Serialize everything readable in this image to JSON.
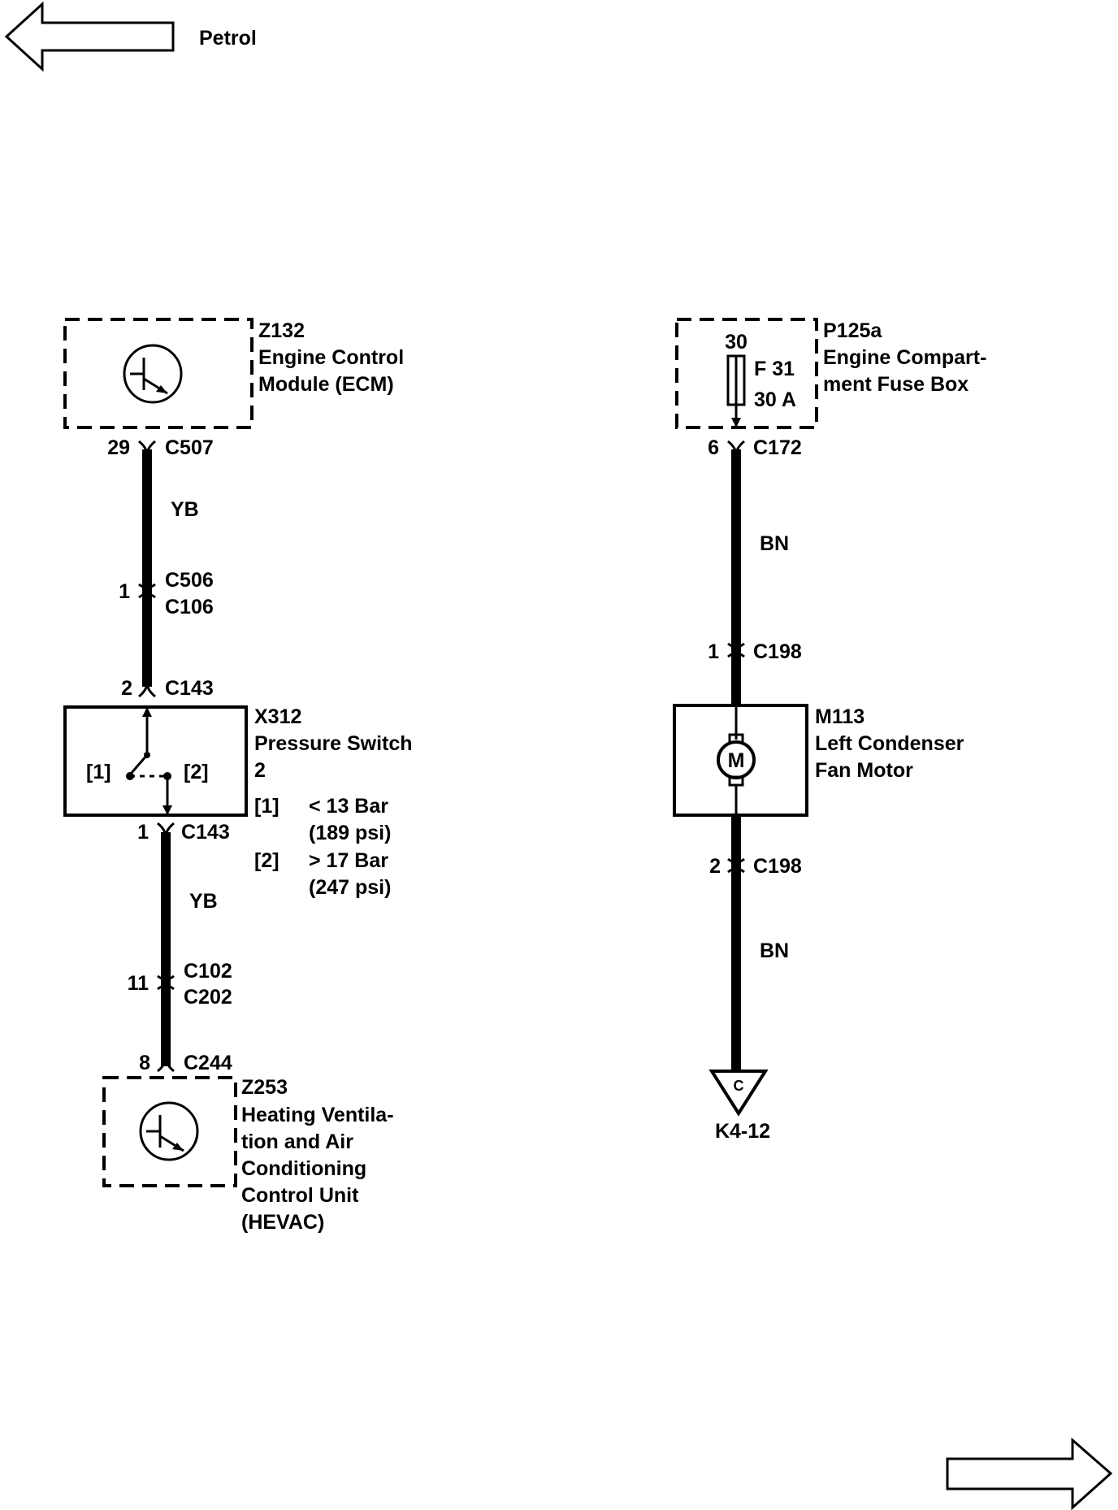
{
  "nav": {
    "prev_label": "Petrol"
  },
  "left_circuit": {
    "ecm": {
      "id": "Z132",
      "name_line1": "Engine Control",
      "name_line2": "Module (ECM)",
      "icon": "transistor-icon"
    },
    "conn_c507": {
      "pin": "29",
      "name": "C507"
    },
    "wire_top": {
      "color": "YB"
    },
    "conn_c506": {
      "pin": "1",
      "name_a": "C506",
      "name_b": "C106"
    },
    "conn_c143_top": {
      "pin": "2",
      "name": "C143"
    },
    "pressure_switch": {
      "id": "X312",
      "name": "Pressure Switch",
      "qty": "2",
      "pos1": "[1]",
      "pos2": "[2]",
      "legend": [
        {
          "key": "[1]",
          "line1": "< 13 Bar",
          "line2": "(189 psi)"
        },
        {
          "key": "[2]",
          "line1": "> 17 Bar",
          "line2": "(247 psi)"
        }
      ]
    },
    "conn_c143_bottom": {
      "pin": "1",
      "name": "C143"
    },
    "wire_bottom": {
      "color": "YB"
    },
    "conn_c102": {
      "pin": "11",
      "name_a": "C102",
      "name_b": "C202"
    },
    "conn_c244": {
      "pin": "8",
      "name": "C244"
    },
    "hevac": {
      "id": "Z253",
      "lines": [
        "Heating Ventila-",
        "tion and Air",
        "Conditioning",
        "Control Unit",
        "(HEVAC)"
      ],
      "icon": "transistor-icon"
    }
  },
  "right_circuit": {
    "fuse_box": {
      "id": "P125a",
      "name_line1": "Engine Compart-",
      "name_line2": "ment Fuse Box",
      "terminal": "30",
      "fuse_name": "F 31",
      "fuse_rating": "30 A"
    },
    "conn_c172": {
      "pin": "6",
      "name": "C172"
    },
    "wire_top": {
      "color": "BN"
    },
    "conn_c198_top": {
      "pin": "1",
      "name": "C198"
    },
    "fan_motor": {
      "id": "M113",
      "name_line1": "Left Condenser",
      "name_line2": "Fan Motor",
      "symbol": "M"
    },
    "conn_c198_bottom": {
      "pin": "2",
      "name": "C198"
    },
    "wire_bottom": {
      "color": "BN"
    },
    "ground": {
      "letter": "C",
      "ref": "K4-12"
    }
  }
}
